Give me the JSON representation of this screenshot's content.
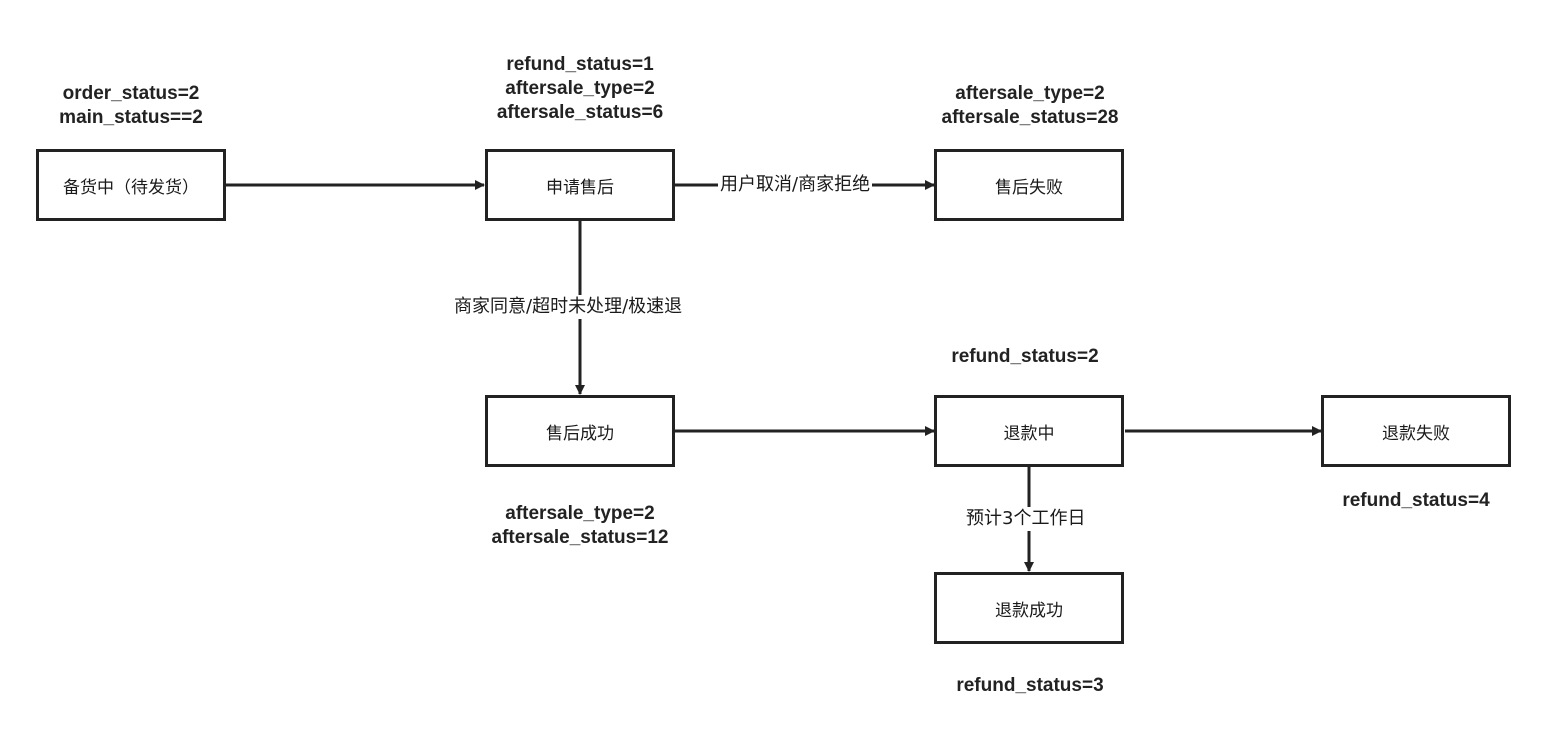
{
  "diagram": {
    "nodes": {
      "stocking": "备货中（待发货）",
      "apply_aftersale": "申请售后",
      "aftersale_failed": "售后失败",
      "aftersale_success": "售后成功",
      "refunding": "退款中",
      "refund_failed": "退款失败",
      "refund_success": "退款成功"
    },
    "notes": {
      "stocking": [
        "order_status=2",
        "main_status==2"
      ],
      "apply_aftersale": [
        "refund_status=1",
        "aftersale_type=2",
        "aftersale_status=6"
      ],
      "aftersale_failed": [
        "aftersale_type=2",
        "aftersale_status=28"
      ],
      "aftersale_success": [
        "aftersale_type=2",
        "aftersale_status=12"
      ],
      "refunding": [
        "refund_status=2"
      ],
      "refund_failed": [
        "refund_status=4"
      ],
      "refund_success": [
        "refund_status=3"
      ]
    },
    "edges": {
      "cancel_or_reject": "用户取消/商家拒绝",
      "agree_or_timeout": "商家同意/超时未处理/极速退",
      "three_workdays": "预计3个工作日"
    },
    "colors": {
      "stroke": "#222222",
      "background": "#ffffff"
    }
  }
}
